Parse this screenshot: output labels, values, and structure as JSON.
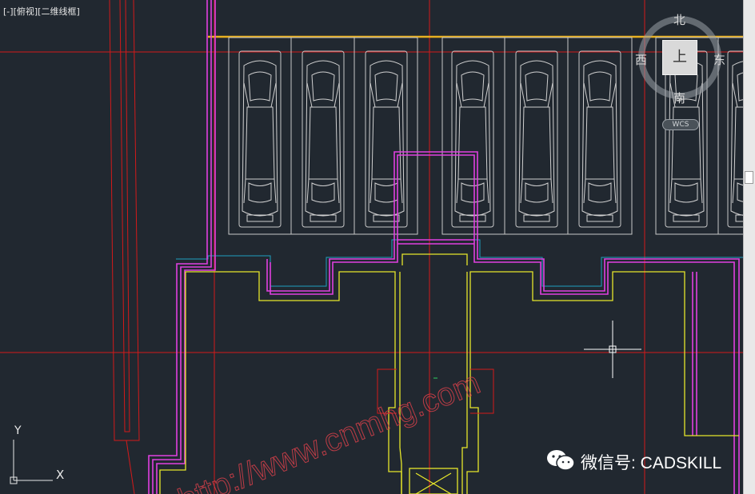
{
  "viewport": {
    "label_parts": [
      "[-]",
      "[俯视]",
      "[二维线框]"
    ],
    "background": "#212830"
  },
  "viewcube": {
    "north": "北",
    "south": "南",
    "west": "西",
    "east": "东",
    "face": "上",
    "wcs": "WCS"
  },
  "ucs_icon": {
    "x_label": "X",
    "y_label": "Y"
  },
  "watermark": {
    "text": "微信号: CADSKILL",
    "diagonal_text": "http://www.cnmhg.com"
  },
  "colors": {
    "red": "#d31a1a",
    "magenta": "#e040e0",
    "yellow": "#e6e62a",
    "white_lines": "#c8c8c8",
    "cyan": "#1f9fbf",
    "orange": "#e8b020"
  }
}
